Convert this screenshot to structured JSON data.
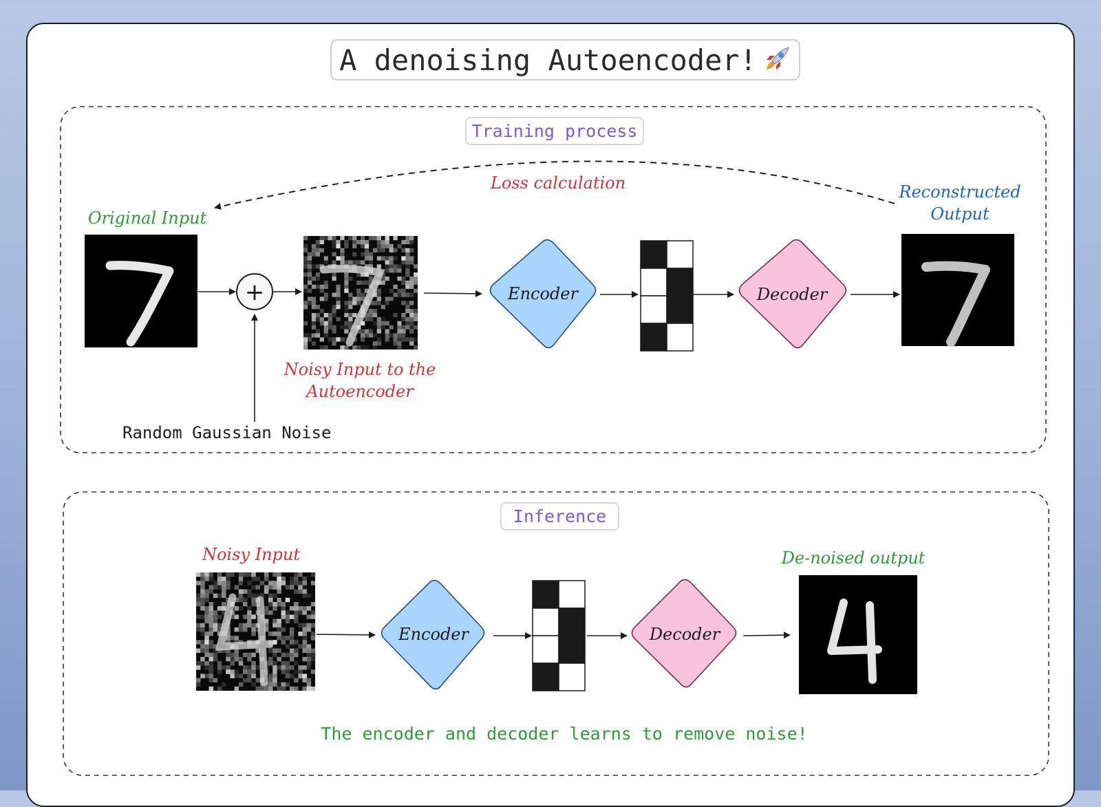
{
  "title": "A denoising Autoencoder!",
  "title_icon": "rocket-icon",
  "training": {
    "section_label": "Training process",
    "original_input_label": "Original Input",
    "noisy_input_label_line1": "Noisy Input to the",
    "noisy_input_label_line2": "Autoencoder",
    "noise_label": "Random Gaussian Noise",
    "loss_label": "Loss calculation",
    "encoder_label": "Encoder",
    "decoder_label": "Decoder",
    "reconstructed_label_line1": "Reconstructed",
    "reconstructed_label_line2": "Output",
    "plus_symbol": "+"
  },
  "inference": {
    "section_label": "Inference",
    "noisy_input_label": "Noisy Input",
    "encoder_label": "Encoder",
    "decoder_label": "Decoder",
    "denoised_label": "De-noised output",
    "caption": "The encoder and decoder learns to remove noise!"
  },
  "colors": {
    "encoder_fill": "#a9d4fb",
    "decoder_fill": "#f9c3da",
    "section_title": "#7b5bd6",
    "green": "#2f9a3a",
    "red": "#d2343a",
    "blue": "#1f67b8"
  },
  "latent_pattern": [
    [
      1,
      0
    ],
    [
      0,
      1
    ],
    [
      0,
      1
    ],
    [
      1,
      0
    ]
  ]
}
